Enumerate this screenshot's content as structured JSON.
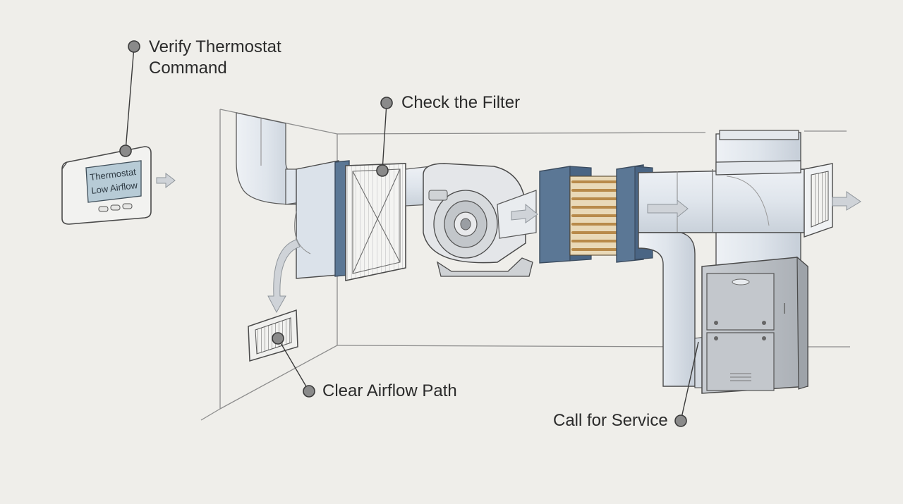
{
  "callouts": {
    "thermostat": "Verify Thermostat Command",
    "filter": "Check the Filter",
    "airflow": "Clear Airflow Path",
    "service": "Call for Service"
  },
  "thermostat_display": {
    "line1": "Thermostat",
    "line2": "Low Airflow"
  },
  "colors": {
    "background": "#efeeea",
    "line": "#4a4a4a",
    "duct": "#dde3ea",
    "filter_frame": "#5b7795",
    "coil": "#c9a064",
    "screen": "#b7cbd6",
    "marker": "#8a8a8a"
  },
  "icons": [
    "thermostat-icon",
    "air-filter-icon",
    "blower-fan-icon",
    "heat-exchanger-coil-icon",
    "furnace-icon",
    "floor-register-icon",
    "supply-vent-icon",
    "airflow-arrow-icon"
  ]
}
